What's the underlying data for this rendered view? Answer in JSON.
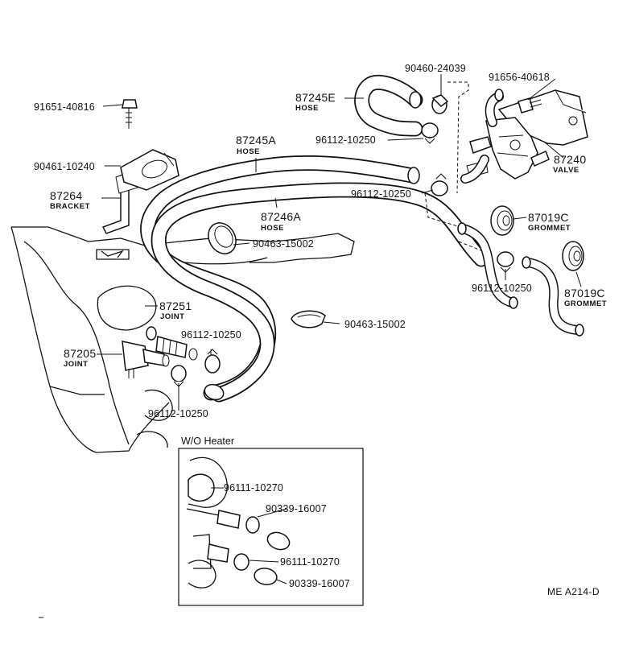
{
  "callouts": {
    "bolt": {
      "part": "91651-40816"
    },
    "hose_e": {
      "part": "87245E",
      "desc": "HOSE"
    },
    "clamp_top": {
      "part": "90460-24039"
    },
    "bolt_right": {
      "part": "91656-40618"
    },
    "bracket_clamp": {
      "part": "90461-10240"
    },
    "clip_1": {
      "part": "96112-10250"
    },
    "hose_a": {
      "part": "87245A",
      "desc": "HOSE"
    },
    "valve": {
      "part": "87240",
      "desc": "VALVE"
    },
    "clip_2": {
      "part": "96112-10250"
    },
    "bracket": {
      "part": "87264",
      "desc": "BRACKET"
    },
    "hose_a2": {
      "part": "87246A",
      "desc": "HOSE"
    },
    "grommet_1": {
      "part": "87019C",
      "desc": "GROMMET"
    },
    "clamp_mid": {
      "part": "90463-15002"
    },
    "clip_3": {
      "part": "96112-10250"
    },
    "grommet_2": {
      "part": "87019C",
      "desc": "GROMMET"
    },
    "joint_1": {
      "part": "87251",
      "desc": "JOINT"
    },
    "clamp_low": {
      "part": "90463-15002"
    },
    "clip_4": {
      "part": "96112-10250"
    },
    "joint_2": {
      "part": "87205",
      "desc": "JOINT"
    },
    "clip_5": {
      "part": "96112-10250"
    }
  },
  "inset": {
    "title": "W/O  Heater",
    "clip_a": {
      "part": "96111-10270"
    },
    "cap_a": {
      "part": "90339-16007"
    },
    "clip_b": {
      "part": "96111-10270"
    },
    "cap_b": {
      "part": "90339-16007"
    }
  },
  "reference_code": "ME  A214-D"
}
